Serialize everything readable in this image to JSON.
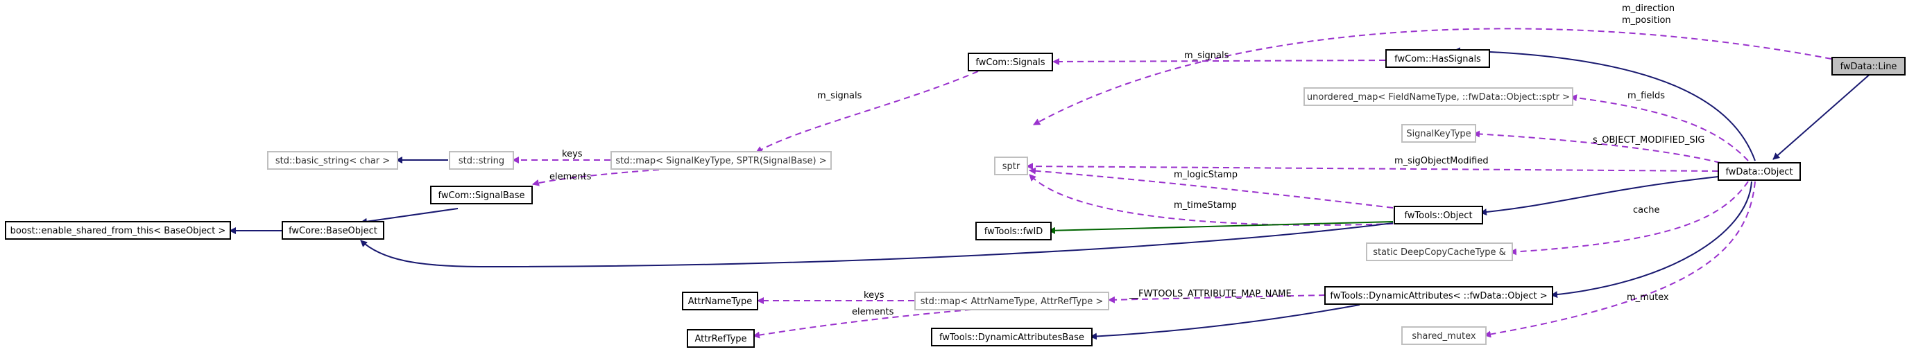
{
  "diagram": {
    "nodes": {
      "line": "fwData::Line",
      "data_object": "fwData::Object",
      "has_signals": "fwCom::HasSignals",
      "signals": "fwCom::Signals",
      "sptr": "sptr",
      "unordered_map": "unordered_map< FieldNameType, ::fwData::Object::sptr >",
      "signal_key_type": "SignalKeyType",
      "tools_object": "fwTools::Object",
      "static_deep_copy": "static DeepCopyCacheType &",
      "dynamic_attributes": "fwTools::DynamicAttributes< ::fwData::Object >",
      "shared_mutex": "shared_mutex",
      "tools_fwid": "fwTools::fwID",
      "std_map_signal": "std::map< SignalKeyType, SPTR(SignalBase) >",
      "std_string": "std::string",
      "basic_string": "std::basic_string< char >",
      "signal_base": "fwCom::SignalBase",
      "base_object": "fwCore::BaseObject",
      "enable_shared": "boost::enable_shared_from_this< BaseObject >",
      "std_map_attr": "std::map< AttrNameType, AttrRefType >",
      "attr_name_type": "AttrNameType",
      "attr_ref_type": "AttrRefType",
      "dyn_attr_base": "fwTools::DynamicAttributesBase"
    },
    "edge_labels": {
      "m_direction": "m_direction",
      "m_position": "m_position",
      "m_signals_top": "m_signals",
      "m_signals_left": "m_signals",
      "m_fields": "m_fields",
      "s_object_modified_sig": "s_OBJECT_MODIFIED_SIG",
      "m_sig_object_modified": "m_sigObjectModified",
      "m_logic_stamp": "m_logicStamp",
      "m_time_stamp": "m_timeStamp",
      "cache": "cache",
      "fwtools_attribute_map_name": "__FWTOOLS_ATTRIBUTE_MAP_NAME",
      "m_mutex": "m_mutex",
      "keys_top": "keys",
      "elements_top": "elements",
      "keys_bottom": "keys",
      "elements_bottom": "elements"
    },
    "colors": {
      "inheritance": "#191970",
      "private_inheritance": "#006400",
      "usage": "#9a32cd",
      "highlight_fill": "#bfbfbf",
      "undocumented_border": "#bfbfbf"
    }
  }
}
